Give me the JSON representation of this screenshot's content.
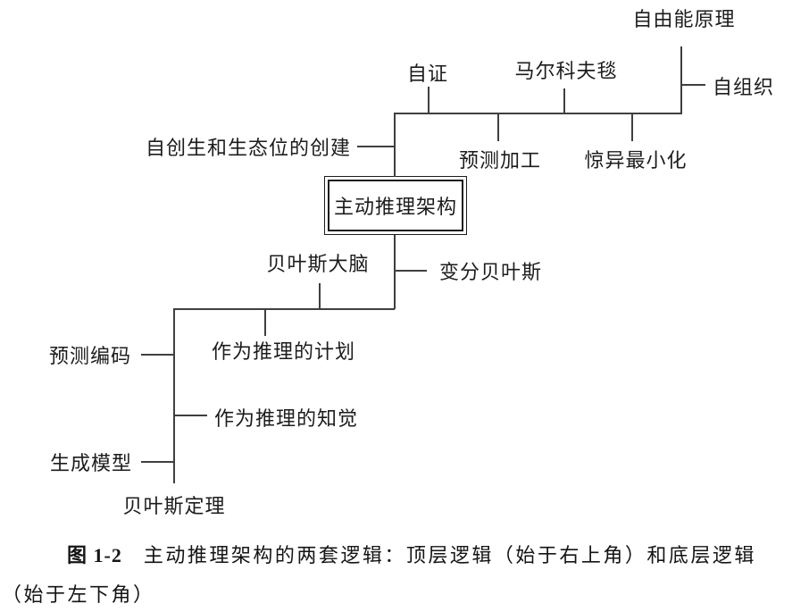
{
  "diagram": {
    "center_box_label": "主动推理架构",
    "top_logic": {
      "free_energy_principle": "自由能原理",
      "self_organization": "自组织",
      "self_evidencing": "自证",
      "markov_blanket": "马尔科夫毯",
      "predictive_processing": "预测加工",
      "surprise_minimization": "惊异最小化",
      "autopoiesis_niche_construction": "自创生和生态位的创建"
    },
    "bottom_logic": {
      "bayesian_brain": "贝叶斯大脑",
      "variational_bayes": "变分贝叶斯",
      "planning_as_inference": "作为推理的计划",
      "predictive_coding": "预测编码",
      "perception_as_inference": "作为推理的知觉",
      "generative_model": "生成模型",
      "bayes_theorem": "贝叶斯定理"
    }
  },
  "caption": {
    "figure_label": "图 1-2",
    "text_line1": "主动推理架构的两套逻辑：顶层逻辑（始于右上角）和底层逻辑",
    "text_line2": "（始于左下角）"
  },
  "colors": {
    "background": "#ffffff",
    "line": "#3f3f3f",
    "text": "#1c1c1c"
  }
}
